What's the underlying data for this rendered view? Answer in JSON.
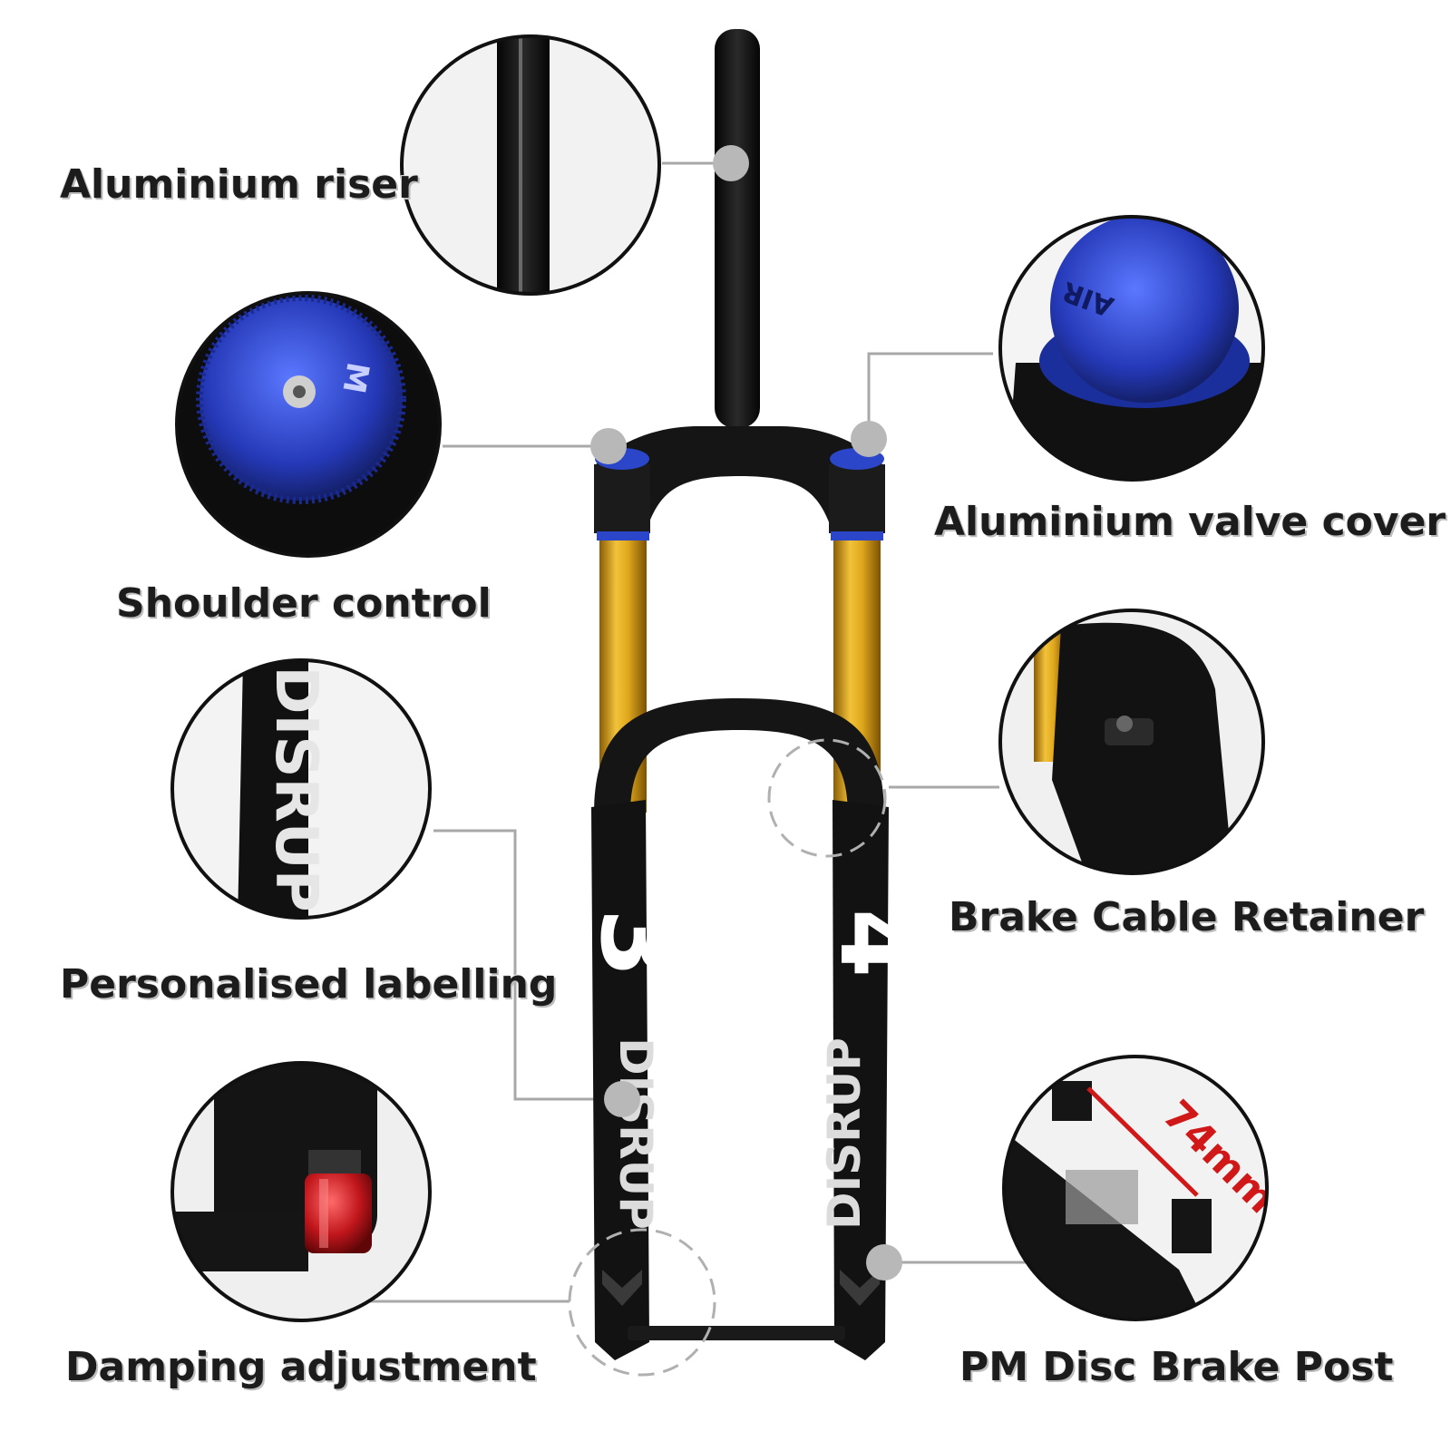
{
  "labels": {
    "aluminium_riser": "Aluminium riser",
    "shoulder_control": "Shoulder control",
    "personalised_labelling": "Personalised labelling",
    "damping_adjustment": "Damping adjustment",
    "aluminium_valve_cover": "Aluminium valve cover",
    "brake_cable_retainer": "Brake Cable Retainer",
    "pm_disc_brake_post": "PM Disc Brake Post"
  },
  "decals": {
    "brand": "DISRUP",
    "left_number": "3",
    "right_number": "4",
    "valve_text": "AIR",
    "knob_letter": "M",
    "measurement": "74mm"
  },
  "colors": {
    "stanchion_gold": "#d9a21a",
    "cap_blue": "#2b46c9",
    "knob_red": "#c0161c",
    "body_black": "#141414",
    "marker_grey": "#b8b8b8"
  }
}
